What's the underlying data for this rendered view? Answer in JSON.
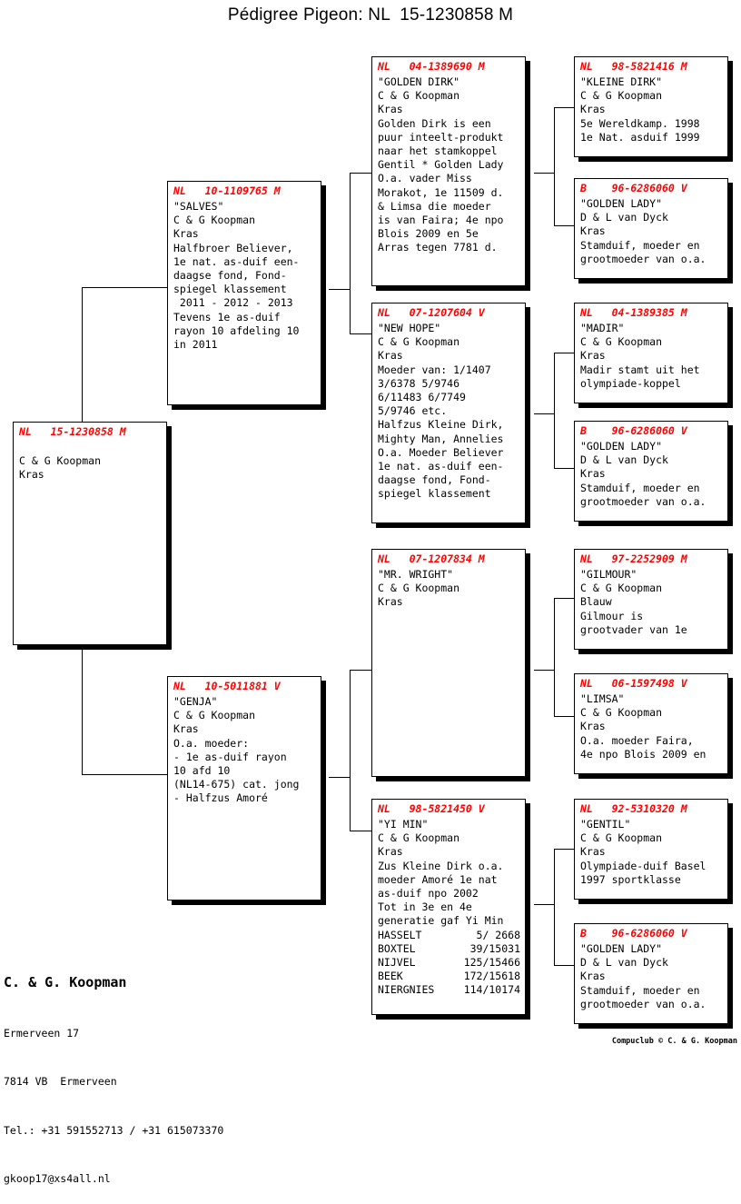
{
  "title": "Pédigree Pigeon: NL  15-1230858 M",
  "colors": {
    "ring_text": "#ff0000",
    "body_text": "#000000",
    "box_border": "#000000",
    "shadow": "#000000",
    "page_bg": "#ffffff"
  },
  "boxes": {
    "subject": {
      "ring": "NL   15-1230858 M",
      "lines": [
        "",
        "C & G Koopman",
        "Kras"
      ]
    },
    "sire": {
      "ring": "NL   10-1109765 M",
      "lines": [
        "\"SALVES\"",
        "C & G Koopman",
        "Kras",
        "Halfbroer Believer,",
        "1e nat. as-duif een-",
        "daagse fond, Fond-",
        "spiegel klassement",
        " 2011 - 2012 - 2013",
        "Tevens 1e as-duif",
        "rayon 10 afdeling 10",
        "in 2011"
      ]
    },
    "dam": {
      "ring": "NL   10-5011881 V",
      "lines": [
        "\"GENJA\"",
        "C & G Koopman",
        "Kras",
        "O.a. moeder:",
        "- 1e as-duif rayon",
        "10 afd 10",
        "(NL14-675) cat. jong",
        "- Halfzus Amoré"
      ]
    },
    "sire_sire": {
      "ring": "NL   04-1389690 M",
      "lines": [
        "\"GOLDEN DIRK\"",
        "C & G Koopman",
        "Kras",
        "Golden Dirk is een",
        "puur inteelt-produkt",
        "naar het stamkoppel",
        "Gentil * Golden Lady",
        "O.a. vader Miss",
        "Morakot, 1e 11509 d.",
        "& Limsa die moeder",
        "is van Faira; 4e npo",
        "Blois 2009 en 5e",
        "Arras tegen 7781 d."
      ]
    },
    "sire_dam": {
      "ring": "NL   07-1207604 V",
      "lines": [
        "\"NEW HOPE\"",
        "C & G Koopman",
        "Kras",
        "Moeder van: 1/1407",
        "3/6378 5/9746",
        "6/11483 6/7749",
        "5/9746 etc.",
        "Halfzus Kleine Dirk,",
        "Mighty Man, Annelies",
        "O.a. Moeder Believer",
        "1e nat. as-duif een-",
        "daagse fond, Fond-",
        "spiegel klassement"
      ]
    },
    "dam_sire": {
      "ring": "NL   07-1207834 M",
      "lines": [
        "\"MR. WRIGHT\"",
        "C & G Koopman",
        "Kras"
      ]
    },
    "dam_dam": {
      "ring": "NL   98-5821450 V",
      "lines": [
        "\"YI MIN\"",
        "C & G Koopman",
        "Kras",
        "Zus Kleine Dirk o.a.",
        "moeder Amoré 1e nat",
        "as-duif npo 2002",
        "Tot in 3e en 4e",
        "generatie gaf Yi Min"
      ],
      "results": [
        {
          "race": "HASSELT",
          "score": "5/ 2668"
        },
        {
          "race": "BOXTEL",
          "score": "39/15031"
        },
        {
          "race": "NIJVEL",
          "score": "125/15466"
        },
        {
          "race": "BEEK",
          "score": "172/15618"
        },
        {
          "race": "NIERGNIES",
          "score": "114/10174"
        }
      ]
    },
    "ss_sire": {
      "ring": "NL   98-5821416 M",
      "lines": [
        "\"KLEINE DIRK\"",
        "C & G Koopman",
        "Kras",
        "5e Wereldkamp. 1998",
        "1e Nat. asduif 1999"
      ]
    },
    "ss_dam": {
      "ring": "B    96-6286060 V",
      "lines": [
        "\"GOLDEN LADY\"",
        "D & L van Dyck",
        "Kras",
        "Stamduif, moeder en",
        "grootmoeder van o.a."
      ]
    },
    "sd_sire": {
      "ring": "NL   04-1389385 M",
      "lines": [
        "\"MADIR\"",
        "C & G Koopman",
        "Kras",
        "Madir stamt uit het",
        "olympiade-koppel"
      ]
    },
    "sd_dam": {
      "ring": "B    96-6286060 V",
      "lines": [
        "\"GOLDEN LADY\"",
        "D & L van Dyck",
        "Kras",
        "Stamduif, moeder en",
        "grootmoeder van o.a."
      ]
    },
    "ds_sire": {
      "ring": "NL   97-2252909 M",
      "lines": [
        "\"GILMOUR\"",
        "C & G Koopman",
        "Blauw",
        "Gilmour is",
        "grootvader van 1e"
      ]
    },
    "ds_dam": {
      "ring": "NL   06-1597498 V",
      "lines": [
        "\"LIMSA\"",
        "C & G Koopman",
        "Kras",
        "O.a. moeder Faira,",
        "4e npo Blois 2009 en"
      ]
    },
    "dd_sire": {
      "ring": "NL   92-5310320 M",
      "lines": [
        "\"GENTIL\"",
        "C & G Koopman",
        "Kras",
        "Olympiade-duif Basel",
        "1997 sportklasse"
      ]
    },
    "dd_dam": {
      "ring": "B    96-6286060 V",
      "lines": [
        "\"GOLDEN LADY\"",
        "D & L van Dyck",
        "Kras",
        "Stamduif, moeder en",
        "grootmoeder van o.a."
      ]
    }
  },
  "breeder": {
    "name": "C. & G. Koopman",
    "address1": "Ermerveen 17",
    "address2": "7814 VB  Ermerveen",
    "phone": "Tel.: +31 591552713 / +31 615073370",
    "email": "gkoop17@xs4all.nl"
  },
  "credit": "Compuclub © C. & G. Koopman"
}
